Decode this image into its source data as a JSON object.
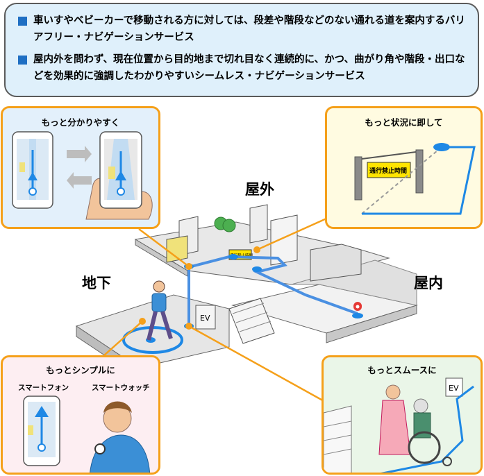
{
  "banner": {
    "bullets": [
      "車いすやベビーカーで移動される方に対しては、段差や階段などのない通れる道を案内するバリアフリー・ナビゲーションサービス",
      "屋内外を問わず、現在位置から目的地まで切れ目なく連続的に、かつ、曲がり角や階段・出口などを効果的に強調したわかりやすいシームレス・ナビゲーションサービス"
    ]
  },
  "panels": {
    "top_left": {
      "caption": "もっと分かりやすく"
    },
    "top_right": {
      "caption": "もっと状況に即して",
      "sign": "通行禁止時間"
    },
    "bottom_left": {
      "caption": "もっとシンプルに",
      "device1": "スマートフォン",
      "device2": "スマートウォッチ"
    },
    "bottom_right": {
      "caption": "もっとスムースに",
      "ev": "EV"
    }
  },
  "areas": {
    "outdoor": "屋外",
    "underground": "地下",
    "indoor": "屋内"
  },
  "scene": {
    "ev": "EV",
    "sign": "通行禁止時間"
  },
  "colors": {
    "accent_orange": "#f5a01a",
    "route_blue": "#1e88e5",
    "bullet_blue": "#1f6fc3"
  }
}
